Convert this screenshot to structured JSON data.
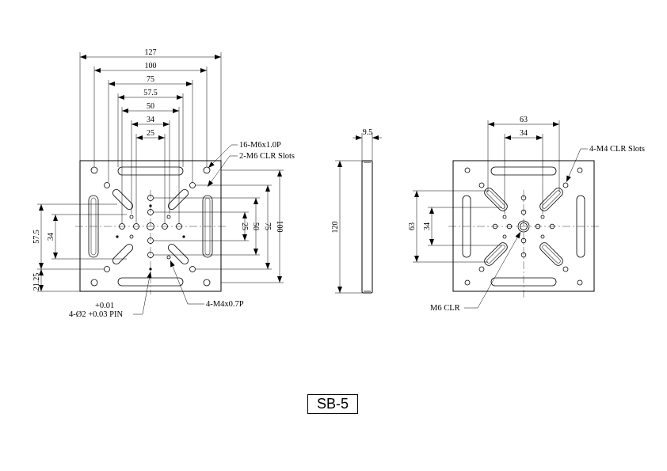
{
  "model": "SB-5",
  "front_view": {
    "top_dims": [
      "127",
      "100",
      "75",
      "57.5",
      "50",
      "34",
      "25"
    ],
    "right_dims": [
      "25",
      "50",
      "75",
      "100"
    ],
    "left_dims": [
      "57.5",
      "34",
      "21.25"
    ],
    "notes": {
      "tapped_main": "16-M6x1.0P",
      "slots": "2-M6 CLR Slots",
      "tapped_small": "4-M4x0.7P",
      "pin_tol": "+0.01",
      "pin": "4-Ø2 +0.03 PIN"
    }
  },
  "side_view": {
    "thickness": "9.5",
    "height": "120"
  },
  "back_view": {
    "top_dims": [
      "63",
      "34"
    ],
    "left_dims": [
      "63",
      "34"
    ],
    "notes": {
      "slots": "4-M4 CLR Slots",
      "center_hole": "M6 CLR"
    }
  }
}
